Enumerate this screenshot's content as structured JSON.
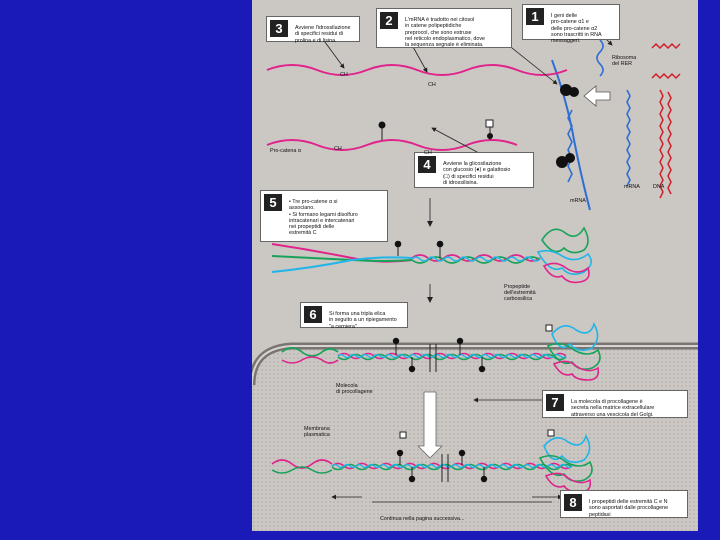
{
  "steps": [
    {
      "n": "1",
      "text": "I geni delle\npro-catene α1 e\ndelle pro-catene α2\nsono trascritti in RNA\nmessaggeri."
    },
    {
      "n": "2",
      "text": "L'mRNA è tradotto nei citosol\nin catene polipeptidiche\npreprocol, che sono estruse\nnel reticolo endoplasmatico, dove\nla sequenza segnale è eliminata."
    },
    {
      "n": "3",
      "text": "Avviene l'idrossilazione\ndi specifici residui di\nprolina e di lisina."
    },
    {
      "n": "4",
      "text": "Avviene la glicosilazione\ncon glucosio (●) e galattosio\n(□) di specifici residui\ndi idrossilisina."
    },
    {
      "n": "5",
      "text": "• Tre pro-catene α si\n  associano.\n• Si formano legami disolfuro\n  intracatenari e intercatenari\n  nei propeptidi delle\n  estremità C"
    },
    {
      "n": "6",
      "text": "Si forma una tripla elica\nin seguito a un ripiegamento\n\"a cerniera\""
    },
    {
      "n": "7",
      "text": "La molecola di procollagene è\nsecreta nella matrice extracellulare\nattraverso una vescicola del Golgi."
    },
    {
      "n": "8",
      "text": "I propeptidi delle estremità C e N\nsono asportati dalle procollagene\npeptidasi"
    }
  ],
  "labels": {
    "ribosome": "Ribosoma\ndel RER",
    "mrna1": "mRNA",
    "mrna2": "mRNA",
    "dna": "DNA",
    "procatena": "Pro-catena α",
    "ch1": "CH",
    "ch2": "CH",
    "ch3": "CH",
    "ch4": "CH",
    "propeptide": "Propeptide\ndell'estremità\ncarbossilica",
    "molecola": "Molecola\ndi procollagene",
    "membrana": "Membrana\nplasmatica",
    "continua": "Continua nella pagina successiva..."
  }
}
